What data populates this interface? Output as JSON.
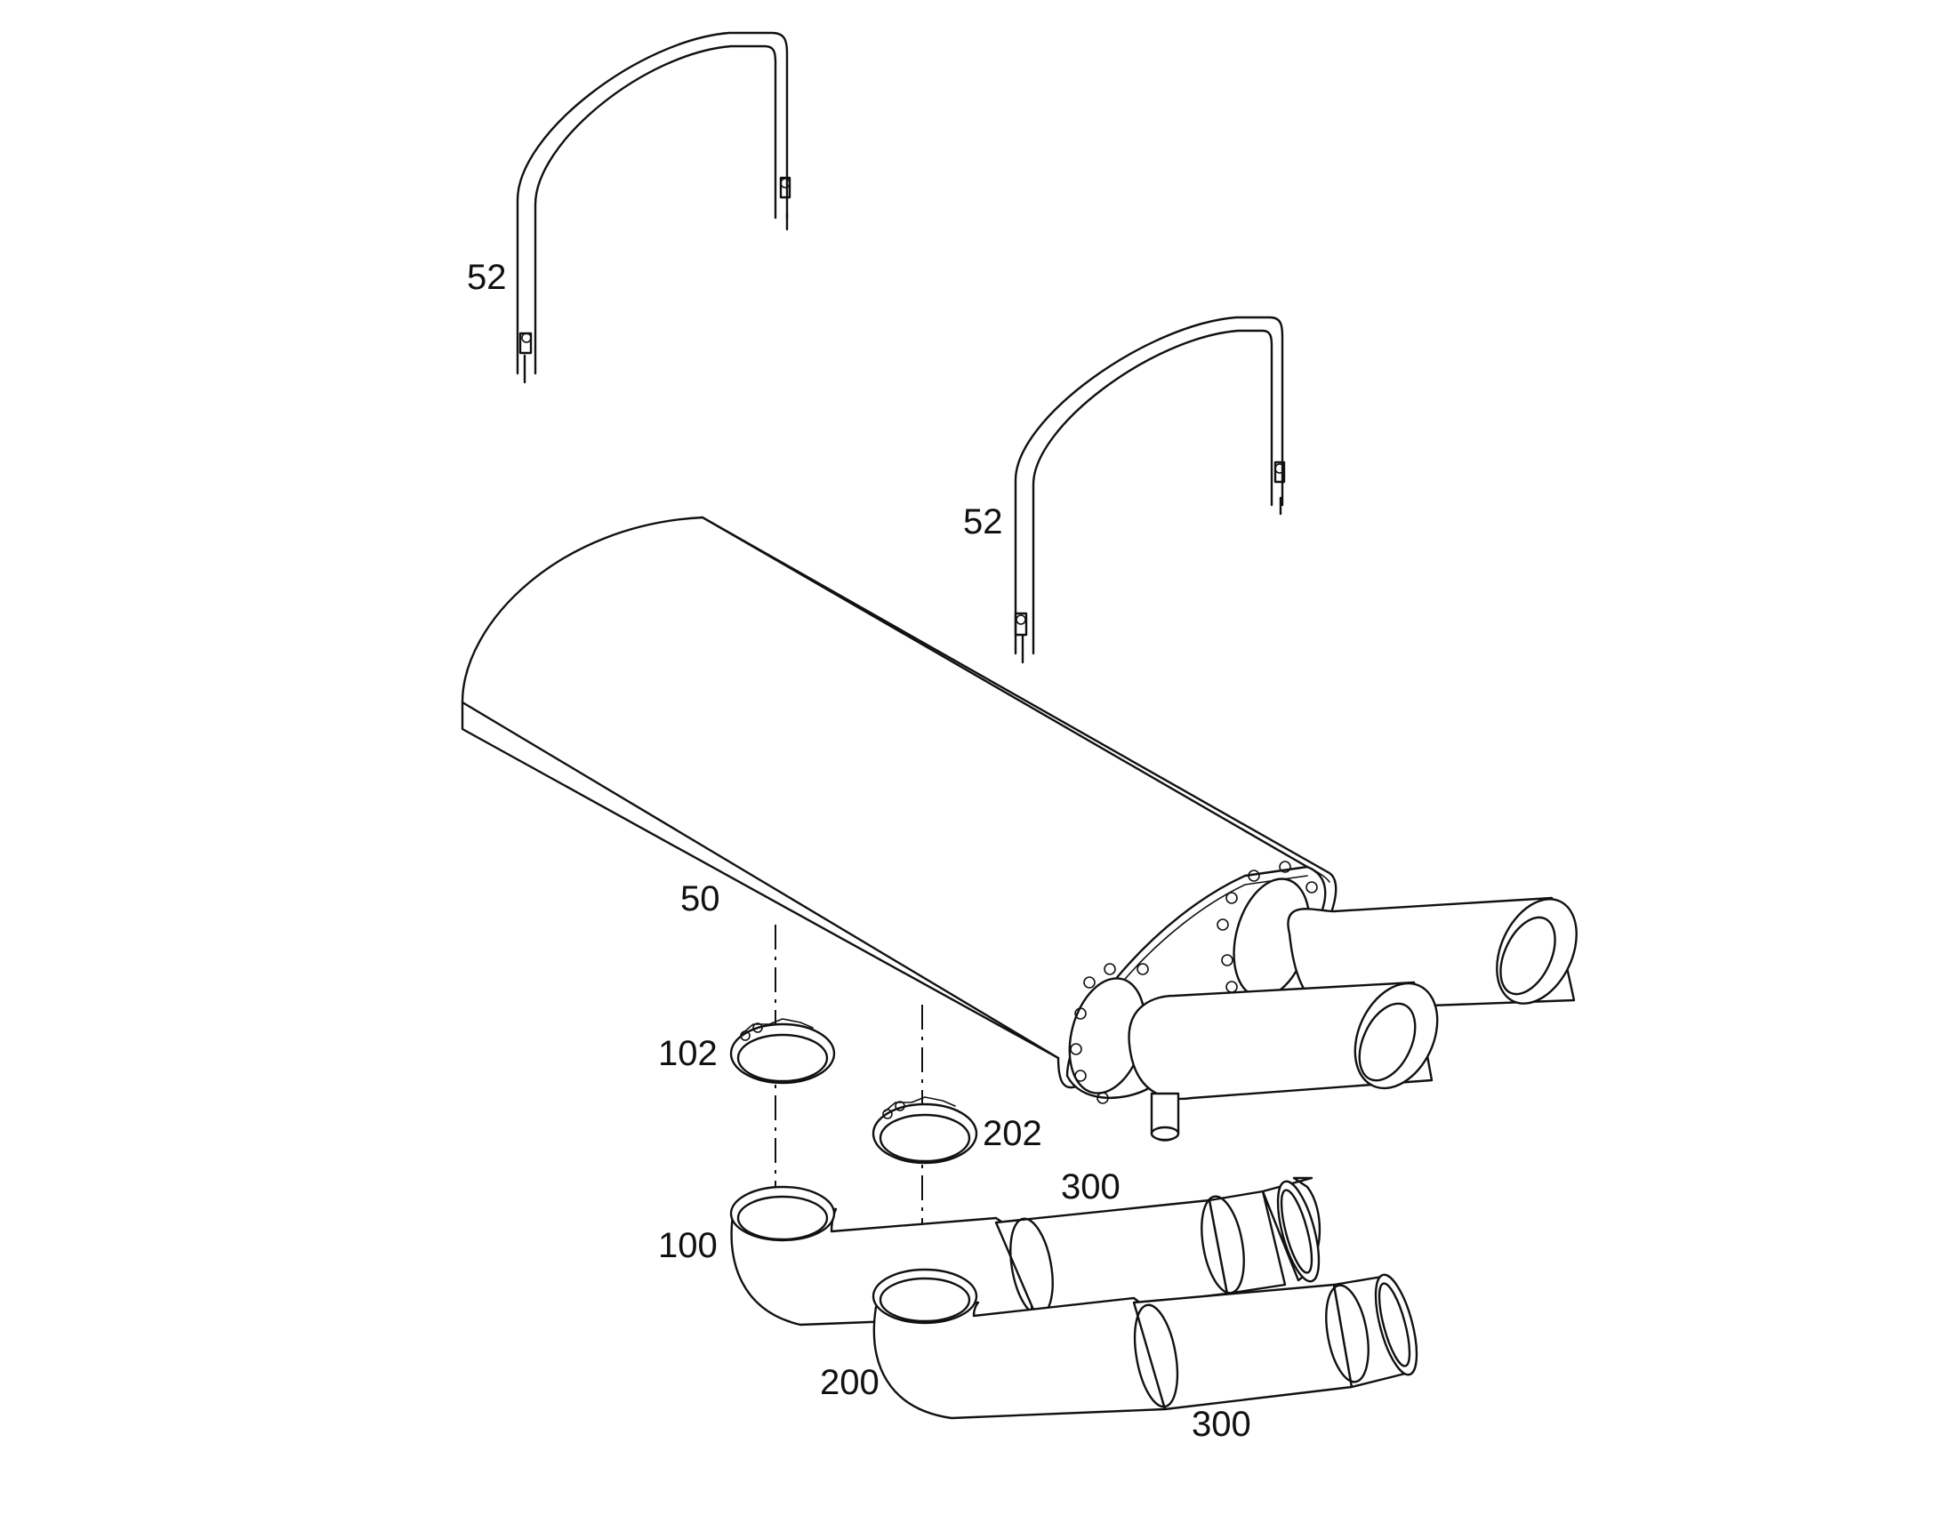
{
  "diagram": {
    "callouts": {
      "strap_upper": "52",
      "strap_lower": "52",
      "muffler": "50",
      "clamp_left": "102",
      "clamp_right": "202",
      "elbow_left": "100",
      "elbow_right": "200",
      "pipe_upper": "300",
      "pipe_lower": "300"
    }
  }
}
